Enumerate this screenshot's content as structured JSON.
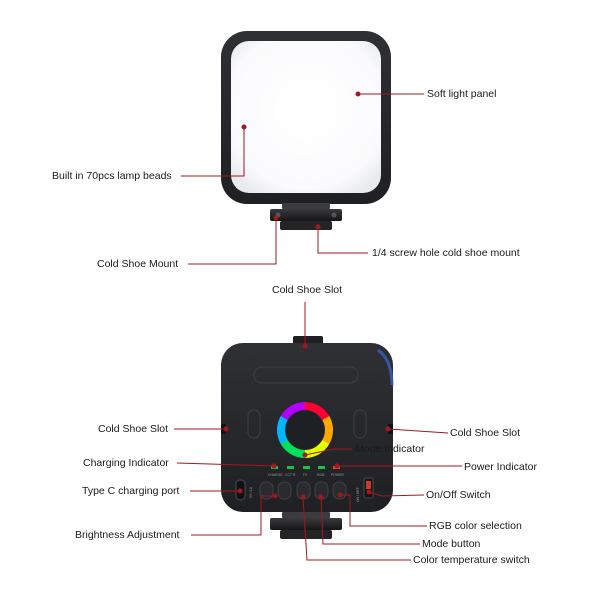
{
  "colors": {
    "leader_line": "#a0191e",
    "device_body": "#2a2a2e",
    "panel_face": "#ffffff",
    "background": "#ffffff"
  },
  "labels": {
    "soft_light_panel": "Soft light panel",
    "lamp_beads": "Built in 70pcs lamp beads",
    "cold_shoe_mount": "Cold Shoe Mount",
    "screw_hole": "1/4 screw hole cold shoe mount",
    "cold_shoe_slot_top": "Cold Shoe Slot",
    "cold_shoe_slot_left": "Cold Shoe Slot",
    "cold_shoe_slot_right": "Cold Shoe Slot",
    "mode_indicator": "Mode Indicator",
    "charging_indicator": "Charging Indicator",
    "power_indicator": "Power Indicator",
    "type_c_port": "Type C charging port",
    "on_off_switch": "On/Off Switch",
    "brightness_adjustment": "Brightness Adjustment",
    "rgb_color_selection": "RGB color selection",
    "mode_button": "Mode button",
    "color_temperature_switch": "Color temperature switch"
  },
  "device_markings": {
    "indicators": [
      "CHARGE",
      "CCT R",
      "FX",
      "RGB",
      "POWER"
    ],
    "port_text": "5V⎓1A",
    "switch_text": "ON / OFF"
  }
}
